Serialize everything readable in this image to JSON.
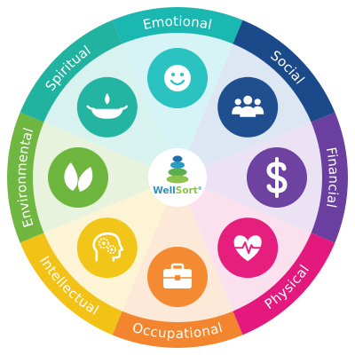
{
  "wheel": {
    "logo": {
      "brand_part1": "Well",
      "brand_part2": "Sort",
      "reg_mark": "®",
      "color1": "#2e8fb9",
      "color2": "#8bc34a"
    },
    "segments": [
      {
        "label": "Emotional",
        "icon": "smiley-face-icon",
        "ring_color": "#1bb7b1",
        "inner_color": "#d6f4f5",
        "icon_color": "#2bc2c2"
      },
      {
        "label": "Social",
        "icon": "people-group-icon",
        "ring_color": "#1b4a8a",
        "inner_color": "#dde6f3",
        "icon_color": "#1f4f8f"
      },
      {
        "label": "Financial",
        "icon": "dollar-sign-icon",
        "ring_color": "#6b3fa0",
        "inner_color": "#ebe2f3",
        "icon_color": "#6e42a1"
      },
      {
        "label": "Physical",
        "icon": "heart-pulse-icon",
        "ring_color": "#e4197d",
        "inner_color": "#fbe1ee",
        "icon_color": "#e61f7f"
      },
      {
        "label": "Occupational",
        "icon": "briefcase-icon",
        "ring_color": "#f4852f",
        "inner_color": "#fde9d8",
        "icon_color": "#f48b33"
      },
      {
        "label": "Intellectual",
        "icon": "head-gears-icon",
        "ring_color": "#f2c316",
        "inner_color": "#fdf4d6",
        "icon_color": "#f2c618"
      },
      {
        "label": "Environmental",
        "icon": "leaves-icon",
        "ring_color": "#70b742",
        "inner_color": "#e7f3dc",
        "icon_color": "#6fb63f"
      },
      {
        "label": "Spiritual",
        "icon": "diya-lamp-icon",
        "ring_color": "#21b3a0",
        "inner_color": "#d8f3ef",
        "icon_color": "#23b4a2"
      }
    ]
  }
}
